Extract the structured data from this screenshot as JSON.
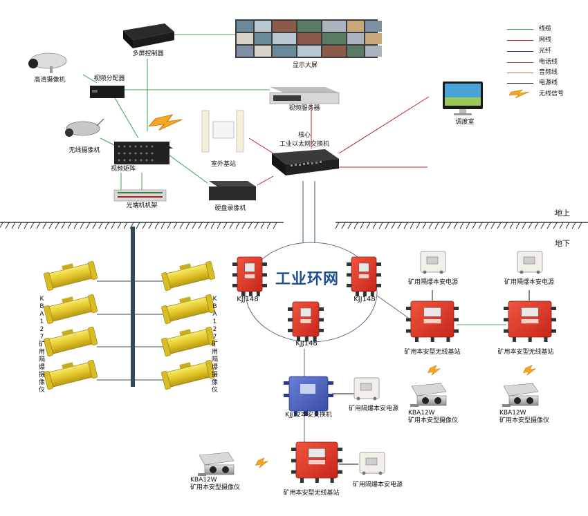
{
  "colors": {
    "cable": "#3aa357",
    "network": "#c0212b",
    "fiber": "#4a2f86",
    "phone": "#a0553b",
    "audio": "#9a7a1e",
    "power": "#111111",
    "wireless": "#f0a020",
    "ring": "#1d4f9a"
  },
  "legend": [
    {
      "label": "线缆",
      "color": "#3aa357",
      "icon": "line"
    },
    {
      "label": "网线",
      "color": "#c0212b",
      "icon": "line"
    },
    {
      "label": "光纤",
      "color": "#4a2f86",
      "icon": "line"
    },
    {
      "label": "电话线",
      "color": "#a0553b",
      "icon": "line"
    },
    {
      "label": "音频线",
      "color": "#9a7a1e",
      "icon": "line"
    },
    {
      "label": "电源线",
      "color": "#111111",
      "icon": "line"
    },
    {
      "label": "无线信号",
      "color": "#f0a020",
      "icon": "lightning-icon"
    }
  ],
  "ground": {
    "above": "地上",
    "below": "地下"
  },
  "surface": {
    "video_wall": "显示大屏",
    "multi_screen_controller": "多屏控制器",
    "hd_camera": "高清摄像机",
    "video_splitter": "视频分配器",
    "video_server": "视频服务器",
    "wireless_camera": "无线摄像机",
    "dispatch_room": "调度室",
    "outdoor_base_station": "室外基站",
    "core_switch_line1": "核心",
    "core_switch_line2": "工业以太网交换机",
    "video_matrix": "视频矩阵",
    "fiber_rack": "光端机机架",
    "dvr": "硬盘录像机"
  },
  "underground": {
    "ring_title": "工业环网",
    "kjj_left": "KJJ148",
    "kjj_right": "KJJ148",
    "kjj_bottom": "KJJ148",
    "kba127_left": "KBA127矿用隔爆摄像仪",
    "kba127_right": "KBA127矿用隔爆摄像仪",
    "psu_1": "矿用隔爆本安电源",
    "psu_2": "矿用隔爆本安电源",
    "base_1": "矿用本安型无线基站",
    "base_2": "矿用本安型无线基站",
    "kjj12": "KJJ12本安交换机",
    "psu_3": "矿用隔爆本安电源",
    "kba12w_1_model": "KBA12W",
    "kba12w_1_name": "矿用本安型摄像仪",
    "kba12w_2_model": "KBA12W",
    "kba12w_2_name": "矿用本安型摄像仪",
    "kba12w_3_model": "KBA12W",
    "kba12w_3_name": "矿用本安型摄像仪",
    "base_3": "矿用本安型无线基站",
    "psu_4": "矿用隔爆本安电源"
  }
}
